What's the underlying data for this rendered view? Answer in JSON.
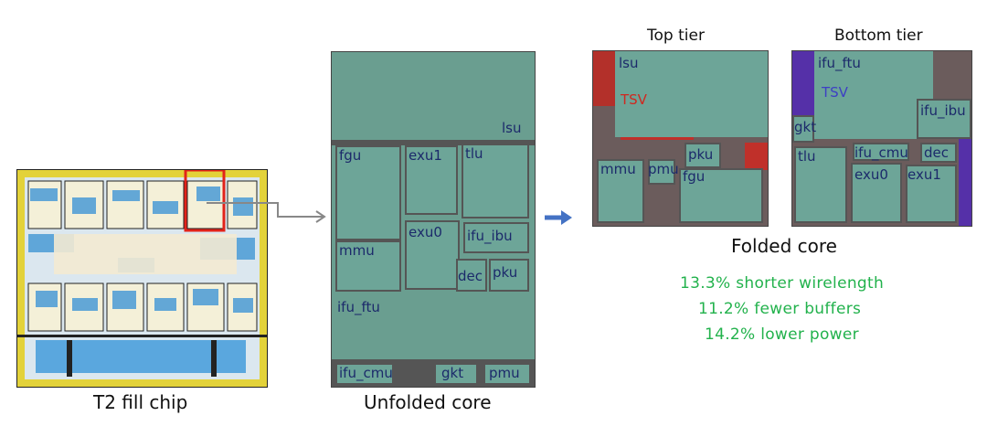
{
  "captions": {
    "chip": "T2 fill chip",
    "unfolded": "Unfolded core",
    "folded": "Folded core",
    "top_tier": "Top tier",
    "bottom_tier": "Bottom tier"
  },
  "unfolded_blocks": [
    "lsu",
    "fgu",
    "exu1",
    "tlu",
    "exu0",
    "ifu_ibu",
    "mmu",
    "dec",
    "pku",
    "ifu_ftu",
    "ifu_cmu",
    "gkt",
    "pmu"
  ],
  "top_tier_blocks": [
    "lsu",
    "TSV",
    "pku",
    "mmu",
    "pmu",
    "fgu"
  ],
  "bottom_tier_blocks": [
    "ifu_ftu",
    "TSV",
    "ifu_ibu",
    "gkt",
    "ifu_cmu",
    "dec",
    "tlu",
    "exu0",
    "exu1"
  ],
  "results": [
    "13.3% shorter wirelength",
    "11.2% fewer buffers",
    "14.2% lower power"
  ],
  "colors": {
    "block_fill": "#6da598",
    "label_text": "#1c2a6b",
    "tsv_top": "#d0281f",
    "tsv_bottom": "#3d3fc4",
    "results_text": "#22b24c",
    "highlight_box": "#e2231a",
    "arrow_blue": "#4472c4",
    "arrow_gray": "#888888"
  }
}
